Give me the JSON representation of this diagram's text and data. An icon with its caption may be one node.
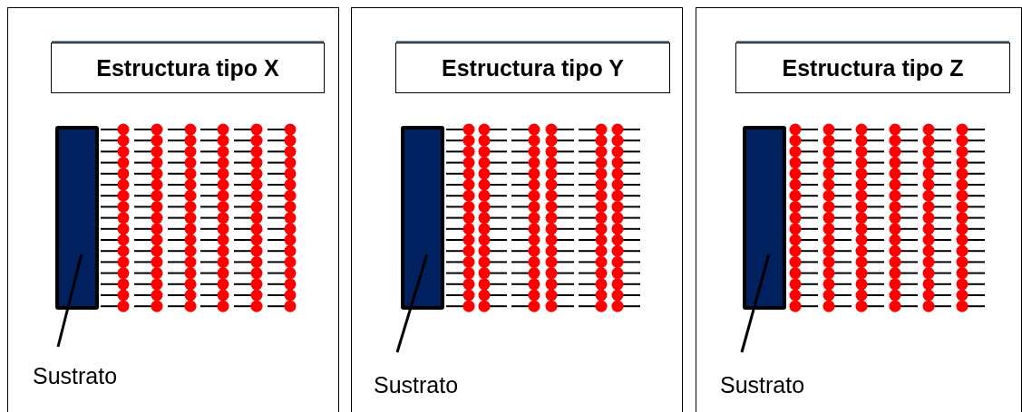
{
  "diagram": {
    "nodes": [
      {
        "text": [],
        "shape": "box"
      },
      {
        "text": [
          "Estructura tipo X"
        ],
        "in": 0
      },
      {
        "text": [],
        "shape": "box",
        "in": 0
      },
      {
        "text": [
          "Sustrato"
        ],
        "in": 0
      },
      {
        "text": [],
        "shape": "box"
      },
      {
        "text": [
          "Estructura tipo Y"
        ],
        "in": 4
      },
      {
        "text": [],
        "shape": "box",
        "in": 4
      },
      {
        "text": [
          "Sustrato"
        ],
        "in": 4
      },
      {
        "text": [],
        "shape": "box"
      },
      {
        "text": [
          "Estructura tipo Z"
        ],
        "in": 8
      },
      {
        "text": [],
        "shape": "box",
        "in": 8
      },
      {
        "text": [
          "Sustrato"
        ],
        "in": 8
      }
    ],
    "edges": [
      {
        "from": 3,
        "to": 2,
        "arrow": "none"
      },
      {
        "from": 7,
        "to": 6,
        "arrow": "none"
      },
      {
        "from": 11,
        "to": 10,
        "arrow": "none"
      }
    ]
  }
}
